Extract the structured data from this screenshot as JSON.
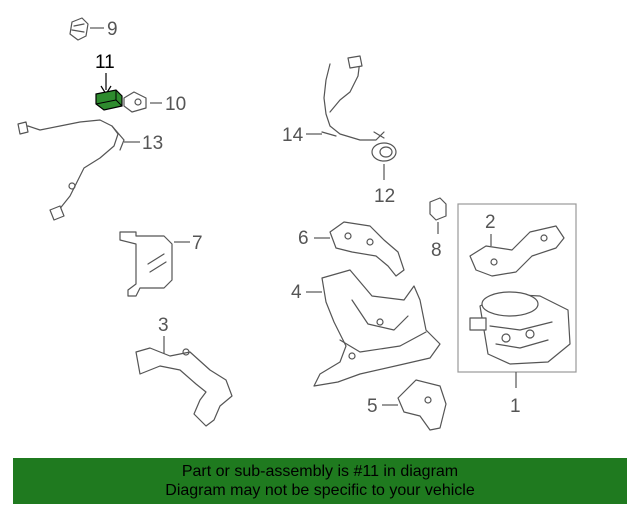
{
  "diagram": {
    "callouts": [
      "1",
      "2",
      "3",
      "4",
      "5",
      "6",
      "7",
      "8",
      "9",
      "10",
      "11",
      "12",
      "13",
      "14"
    ],
    "highlighted_part": "11",
    "highlight_color": "#2e8b2e"
  },
  "banner": {
    "line1": "Part or sub-assembly is #11 in diagram",
    "line2": "Diagram may not be specific to your vehicle",
    "background": "#1f7a1f"
  }
}
